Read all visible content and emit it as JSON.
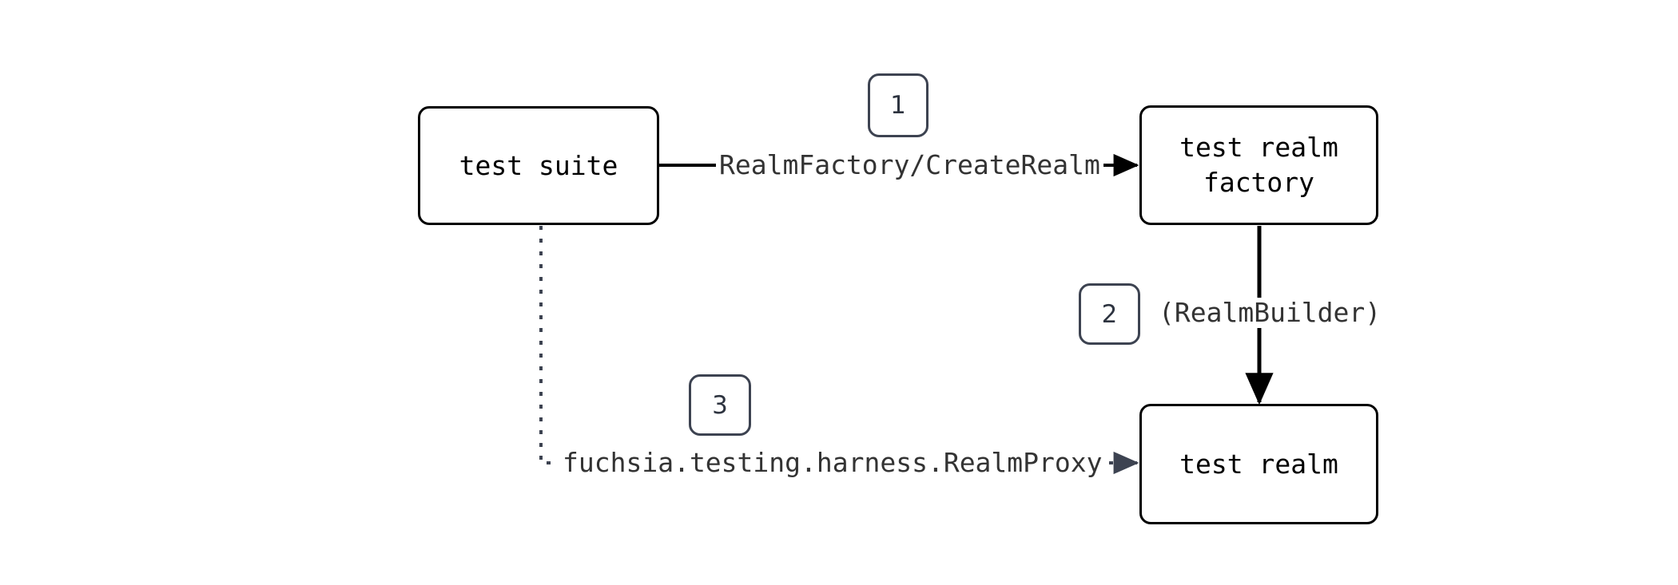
{
  "diagram": {
    "title": "test realm factory sequence",
    "background_color": "#ffffff",
    "node_stroke_color": "#000000",
    "badge_stroke_color": "#3d4351",
    "dotted_edge_color": "#3d4351",
    "label_text_color": "#333333",
    "nodes": [
      {
        "id": "test-suite",
        "label": "test suite"
      },
      {
        "id": "test-realm-factory",
        "label": "test realm\nfactory"
      },
      {
        "id": "test-realm",
        "label": "test realm"
      }
    ],
    "edges": [
      {
        "id": "edge-create-realm",
        "from": "test suite",
        "to": "test realm factory",
        "label": "RealmFactory/CreateRealm",
        "style": "solid",
        "arrow": "end",
        "step": "1"
      },
      {
        "id": "edge-realm-builder",
        "from": "test realm factory",
        "to": "test realm",
        "label": "(RealmBuilder)",
        "style": "solid",
        "arrow": "end",
        "step": "2"
      },
      {
        "id": "edge-realm-proxy",
        "from": "test suite",
        "to": "test realm",
        "label": "fuchsia.testing.harness.RealmProxy",
        "style": "dotted",
        "arrow": "end",
        "step": "3"
      }
    ],
    "step_badges": [
      {
        "id": "badge-1",
        "label": "1"
      },
      {
        "id": "badge-2",
        "label": "2"
      },
      {
        "id": "badge-3",
        "label": "3"
      }
    ]
  }
}
